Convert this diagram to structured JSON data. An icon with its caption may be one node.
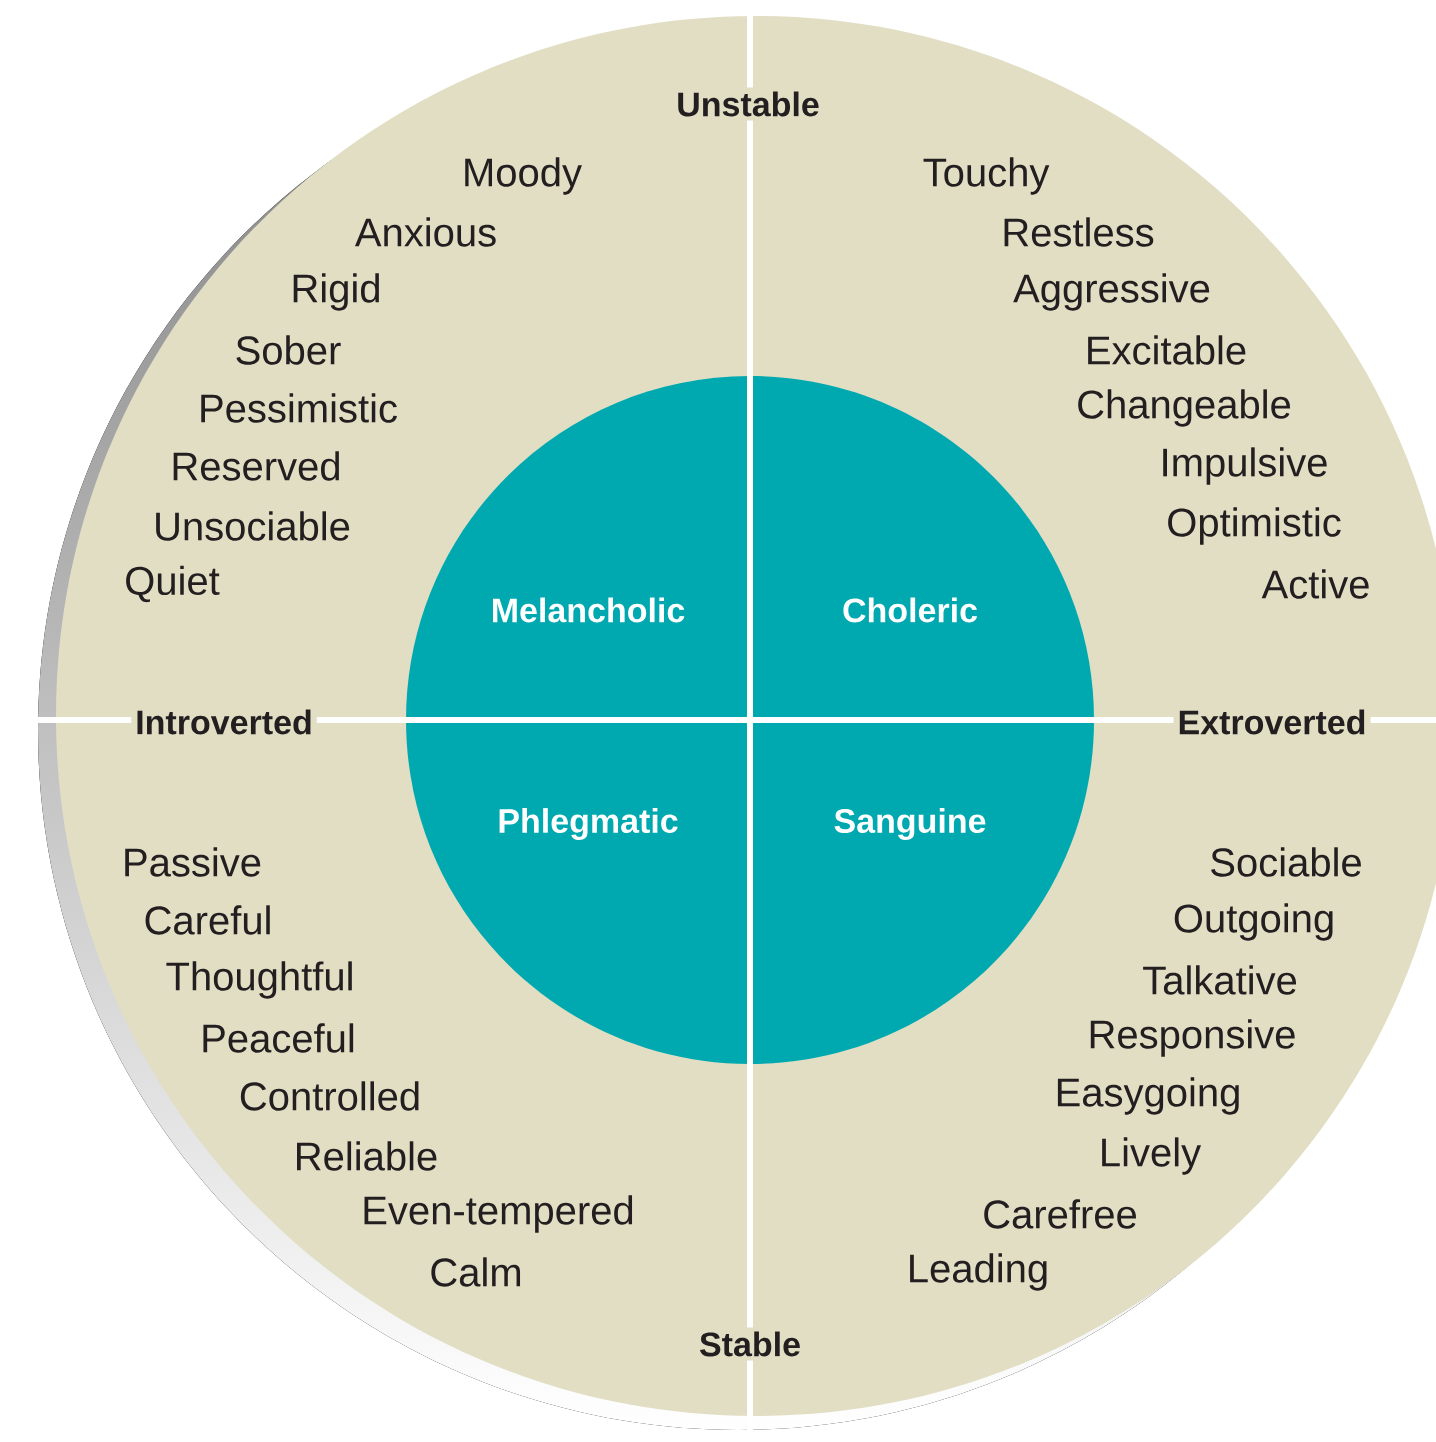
{
  "diagram": {
    "nodes": [
      {
        "text": [
          "Melancholic"
        ]
      },
      {
        "text": [
          "Choleric"
        ]
      },
      {
        "text": [
          "Phlegmatic"
        ]
      },
      {
        "text": [
          "Sanguine"
        ]
      }
    ],
    "labels": [
      "Unstable",
      "Moody",
      "Anxious",
      "Rigid",
      "Sober",
      "Pessimistic",
      "Reserved",
      "Unsociable",
      "Quiet",
      "Touchy",
      "Restless",
      "Aggressive",
      "Excitable",
      "Changeable",
      "Impulsive",
      "Optimistic",
      "Active",
      "Introverted",
      "Extroverted",
      "Passive",
      "Careful",
      "Thoughtful",
      "Peaceful",
      "Controlled",
      "Reliable",
      "Even-tempered",
      "Calm",
      "Sociable",
      "Outgoing",
      "Talkative",
      "Responsive",
      "Easygoing",
      "Lively",
      "Carefree",
      "Leading",
      "Stable"
    ]
  }
}
